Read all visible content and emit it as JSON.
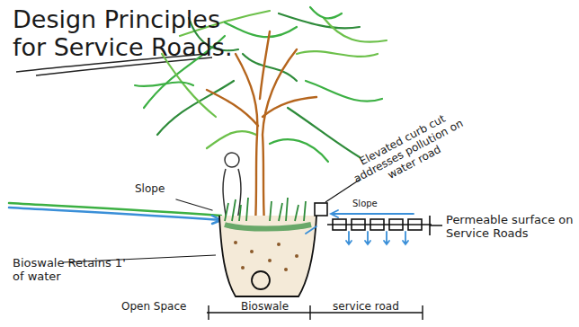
{
  "diagram": {
    "title": "Design Principles for Service Roads.",
    "labels": [
      "Slope",
      "Elevated curb cut addresses pollution on water road",
      "Slope",
      "Permeable surface on Service Roads",
      "Bioswale Retains 1' of water",
      "Open Space",
      "Bioswale",
      "service road"
    ]
  }
}
